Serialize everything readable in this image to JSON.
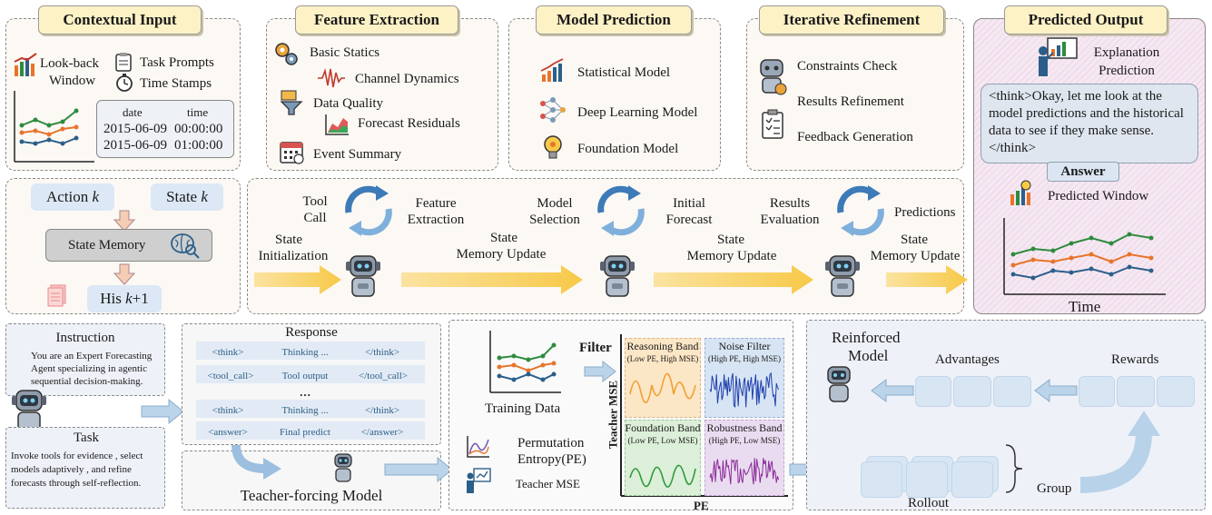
{
  "contextual_input": {
    "title": "Contextual Input",
    "lookback_label": "Look-back",
    "lookback_label_2": "Window",
    "task_prompts": "Task Prompts",
    "time_stamps": "Time Stamps",
    "table_header_date": "date",
    "table_header_time": "time",
    "rows": [
      {
        "date": "2015-06-09",
        "time": "00:00:00"
      },
      {
        "date": "2015-06-09",
        "time": "01:00:00"
      }
    ]
  },
  "feature_extraction": {
    "title": "Feature Extraction",
    "items": [
      "Basic Statics",
      "Channel Dynamics",
      "Data Quality",
      "Forecast Residuals",
      "Event Summary"
    ]
  },
  "model_prediction": {
    "title": "Model Prediction",
    "items": [
      "Statistical Model",
      "Deep Learning Model",
      "Foundation Model"
    ]
  },
  "iterative_refinement": {
    "title": "Iterative Refinement",
    "items": [
      "Constraints Check",
      "Results Refinement",
      "Feedback Generation"
    ]
  },
  "predicted_output": {
    "title": "Predicted Output",
    "explanation_1": "Explanation",
    "explanation_2": "Prediction",
    "bubble": "<think>Okay, let me look at the model predictions and the historical data to see if they make sense.</think>",
    "answer": "Answer",
    "predicted_window": "Predicted Window",
    "time_label": "Time"
  },
  "state_memory": {
    "action_prefix": "Action ",
    "action_var": "k",
    "state_prefix": "State ",
    "state_var": "k",
    "memory": "State Memory",
    "his_prefix": "His ",
    "his_var": "k",
    "his_suffix": "+1"
  },
  "pipeline": {
    "tool_call_1": "Tool",
    "tool_call_2": "Call",
    "feature_1": "Feature",
    "feature_2": "Extraction",
    "model_sel_1": "Model",
    "model_sel_2": "Selection",
    "initial_1": "Initial",
    "initial_2": "Forecast",
    "results_1": "Results",
    "results_2": "Evaluation",
    "predictions": "Predictions",
    "state_init_1": "State",
    "state_init_2": "Initialization",
    "state_update_a_1": "State",
    "state_update_a_2": "Memory Update",
    "state_update_b_1": "State",
    "state_update_b_2": "Memory Update",
    "state_update_c_1": "State",
    "state_update_c_2": "Memory Update"
  },
  "instruction": {
    "title": "Instruction",
    "text_1": "You are an Expert Forecasting",
    "text_2": "Agent specializing in agentic",
    "text_3": "sequential decision-making.",
    "task_title": "Task",
    "task_1": "Invoke tools for evidence , select",
    "task_2": "models adaptively , and refine",
    "task_3": "forecasts through self-reflection."
  },
  "response": {
    "title": "Response",
    "rows": [
      [
        "<think>",
        "Thinking ...",
        "</think>"
      ],
      [
        "<tool_call>",
        "Tool output",
        "</tool_call>"
      ],
      [
        "<think>",
        "Thinking ...",
        "</think>"
      ],
      [
        "<answer>",
        "Final predict",
        "</answer>"
      ]
    ],
    "ellipsis": "...",
    "teacher_model": "Teacher-forcing Model"
  },
  "filter": {
    "training_data": "Training Data",
    "filter_label": "Filter",
    "pe_1": "Permutation",
    "pe_2": "Entropy(PE)",
    "teacher_mse": "Teacher MSE",
    "axis_y": "Teacher MSE",
    "axis_x": "PE",
    "bands": [
      {
        "name": "Reasoning Band",
        "sub": "(Low PE, High MSE)",
        "color": "#fbe6c6",
        "line": "#f0a030"
      },
      {
        "name": "Noise Filter",
        "sub": "(High PE, High MSE)",
        "color": "#d7e4f3",
        "line": "#1e3fae"
      },
      {
        "name": "Foundation Band",
        "sub": "(Low PE, Low MSE)",
        "color": "#dcefd8",
        "line": "#2e9a3c"
      },
      {
        "name": "Robustness Band",
        "sub": "(High PE, Low MSE)",
        "color": "#eadcf0",
        "line": "#8a2a9a"
      }
    ]
  },
  "reinforced": {
    "title_1": "Reinforced",
    "title_2": "Model",
    "advantages": "Advantages",
    "rewards": "Rewards",
    "rollout": "Rollout",
    "group": "Group"
  },
  "colors": {
    "series_green": "#2e8b3e",
    "series_orange": "#e8742a",
    "series_blue": "#2b5f8a",
    "arrow_yellow": "#f7c948",
    "arrow_blue": "#bcd4ea"
  }
}
